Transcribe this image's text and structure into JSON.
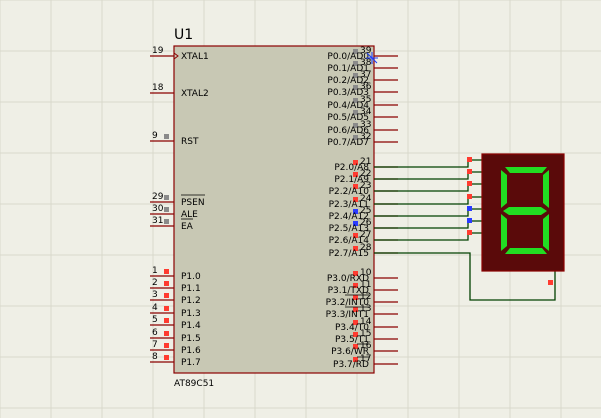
{
  "schematic": {
    "component_ref": "U1",
    "component_part": "AT89C51",
    "left_pins": [
      {
        "num": "19",
        "name": "XTAL1",
        "overbar": false,
        "state": "none"
      },
      {
        "num": "18",
        "name": "XTAL2",
        "overbar": false,
        "state": "none"
      },
      {
        "num": "9",
        "name": "RST",
        "overbar": false,
        "state": "gray"
      },
      {
        "num": "29",
        "name": "PSEN",
        "overbar": true,
        "state": "gray"
      },
      {
        "num": "30",
        "name": "ALE",
        "overbar": false,
        "state": "gray"
      },
      {
        "num": "31",
        "name": "EA",
        "overbar": true,
        "state": "gray"
      },
      {
        "num": "1",
        "name": "P1.0",
        "overbar": false,
        "state": "red"
      },
      {
        "num": "2",
        "name": "P1.1",
        "overbar": false,
        "state": "red"
      },
      {
        "num": "3",
        "name": "P1.2",
        "overbar": false,
        "state": "red"
      },
      {
        "num": "4",
        "name": "P1.3",
        "overbar": false,
        "state": "red"
      },
      {
        "num": "5",
        "name": "P1.4",
        "overbar": false,
        "state": "red"
      },
      {
        "num": "6",
        "name": "P1.5",
        "overbar": false,
        "state": "red"
      },
      {
        "num": "7",
        "name": "P1.6",
        "overbar": false,
        "state": "red"
      },
      {
        "num": "8",
        "name": "P1.7",
        "overbar": false,
        "state": "red"
      }
    ],
    "right_pins": [
      {
        "num": "39",
        "name": "P0.0/AD0",
        "state": "gray"
      },
      {
        "num": "38",
        "name": "P0.1/AD1",
        "state": "gray"
      },
      {
        "num": "37",
        "name": "P0.2/AD2",
        "state": "gray"
      },
      {
        "num": "36",
        "name": "P0.3/AD3",
        "state": "gray"
      },
      {
        "num": "35",
        "name": "P0.4/AD4",
        "state": "gray"
      },
      {
        "num": "34",
        "name": "P0.5/AD5",
        "state": "gray"
      },
      {
        "num": "33",
        "name": "P0.6/AD6",
        "state": "gray"
      },
      {
        "num": "32",
        "name": "P0.7/AD7",
        "state": "gray"
      },
      {
        "num": "21",
        "name": "P2.0/A8",
        "state": "red"
      },
      {
        "num": "22",
        "name": "P2.1/A9",
        "state": "red"
      },
      {
        "num": "23",
        "name": "P2.2/A10",
        "state": "red"
      },
      {
        "num": "24",
        "name": "P2.3/A11",
        "state": "red"
      },
      {
        "num": "25",
        "name": "P2.4/A12",
        "state": "blue"
      },
      {
        "num": "26",
        "name": "P2.5/A13",
        "state": "blue"
      },
      {
        "num": "27",
        "name": "P2.6/A14",
        "state": "red"
      },
      {
        "num": "28",
        "name": "P2.7/A15",
        "state": "red"
      },
      {
        "num": "10",
        "name": "P3.0/RXD",
        "state": "red",
        "overbar_part": ""
      },
      {
        "num": "11",
        "name": "P3.1/TXD",
        "state": "red",
        "overbar_part": ""
      },
      {
        "num": "12",
        "name": "P3.2/INT0",
        "state": "red",
        "overbar_part": "INT0"
      },
      {
        "num": "13",
        "name": "P3.3/INT1",
        "state": "red",
        "overbar_part": "INT1"
      },
      {
        "num": "14",
        "name": "P3.4/T0",
        "state": "red",
        "overbar_part": ""
      },
      {
        "num": "15",
        "name": "P3.5/T1",
        "state": "red",
        "overbar_part": ""
      },
      {
        "num": "16",
        "name": "P3.6/WR",
        "state": "red",
        "overbar_part": "WR"
      },
      {
        "num": "17",
        "name": "P3.7/RD",
        "state": "red",
        "overbar_part": "RD"
      }
    ],
    "display": {
      "digit_value": "8",
      "segment_color": "#22dd22",
      "body_color": "#5a0a0a",
      "pin_states": [
        "red",
        "red",
        "red",
        "red",
        "blue",
        "blue",
        "red"
      ],
      "common_pin_state": "red"
    },
    "colors": {
      "background": "#efefe6",
      "chip_fill": "#c8c8b4",
      "chip_border": "#8b0000",
      "wire": "#004000",
      "pin_line": "#8b0000",
      "red_marker": "#ff3b30",
      "blue_marker": "#2a3bff",
      "gray_marker": "#8a8a8a"
    }
  }
}
